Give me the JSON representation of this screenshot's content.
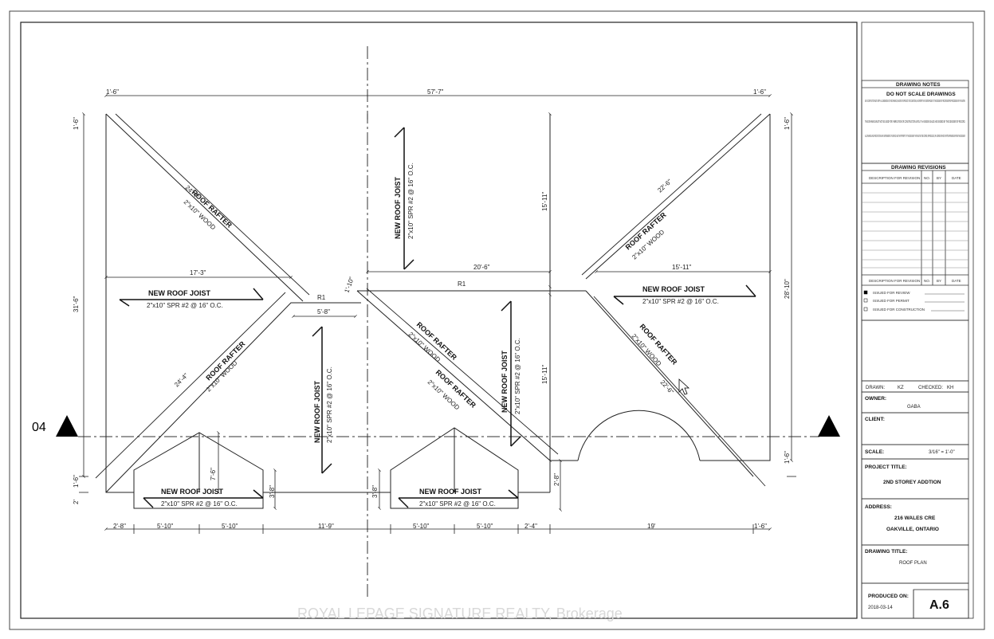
{
  "plan": {
    "section_label": "04",
    "overall_dim": "57'-7\"",
    "top_left_dim": "1'-6\"",
    "top_right_dim": "1'-6\"",
    "left_top_dim": "1'-6\"",
    "left_height_dim": "31'-6\"",
    "left_bottom_dim": "1'-6\"",
    "left_bottom2_dim": "2'",
    "right_top_dim": "1'-6\"",
    "right_height_dim": "28'-10\"",
    "right_bottom_dim": "1'-6\"",
    "ridge_left": "R1",
    "ridge_right": "R1",
    "dim_17_3": "17'-3\"",
    "dim_20_6": "20'-6\"",
    "dim_15_11_h": "15'-11\"",
    "dim_5_8": "5'-8\"",
    "dim_1_10": "1'-10\"",
    "dim_15_11_v1": "15'-11\"",
    "dim_15_11_v2": "15'-11\"",
    "dim_24_4_a": "24'-4\"",
    "dim_24_4_b": "24'-4\"",
    "dim_22_6_a": "22'-6\"",
    "dim_22_6_b": "22'-6\"",
    "dim_7_6": "7'-6\"",
    "dim_3_8_a": "3'-8\"",
    "dim_3_8_b": "3'-8\"",
    "dim_2_8": "2'-8\"",
    "bottom_dims": [
      "2'-8\"",
      "5'-10\"",
      "5'-10\"",
      "11'-9\"",
      "5'-10\"",
      "5'-10\"",
      "2'-4\"",
      "19'",
      "1'-6\""
    ],
    "joist_title": "NEW ROOF JOIST",
    "joist_spec": "2\"x10\" SPR #2 @ 16\" O.C.",
    "rafter_title": "ROOF RAFTER",
    "rafter_spec": "2\"x10\" WOOD"
  },
  "title_block": {
    "notes_heading": "DRAWING NOTES",
    "notes_subheading": "DO NOT SCALE DRAWINGS",
    "note_1": "EACH CONTRACTOR MUST VERIFY ALL DIMENSIONS ON THE DRAWINGS, INVESTIGATE PROJECT SITE CONDITIONS, AND REPORT ANY DISCREPANCIES TO THE DESIGNER OF RECORD BEFORE PROCEEDING WITH THE WORK.",
    "note_2": "THIS DRAWING MUST NOT BE USED FOR FABRICATION OR CONSTRUCTION UNTIL IT HAS BEEN SEALED AND SIGNED BY THE DESIGNER OF RECORD.",
    "note_3": "ALL DRAWINGS AND SPECIFICATIONS ARE INSTRUMENTS OF SERVICE AND THE PROPERTY OF THE DESIGNER. THEY MUST NOT BE COPIED, REPRODUCED, OR ALTERED WITHOUT WRITTEN PERMISSION FROM THE DESIGNER.",
    "revisions_heading": "DRAWING REVISIONS",
    "rev_col_desc": "DESCRIPTION FOR REVISION",
    "rev_col_no": "NO.",
    "rev_col_by": "BY",
    "rev_col_date": "DATE",
    "issue_review": "ISSUED FOR REVIEW",
    "issue_permit": "ISSUED FOR PERMIT",
    "issue_construction": "ISSUED FOR CONSTRUCTION",
    "drawn_label": "DRAWN:",
    "drawn_value": "KZ",
    "checked_label": "CHECKED:",
    "checked_value": "KH",
    "owner_label": "OWNER:",
    "owner_value": "GABA",
    "client_label": "CLIENT:",
    "scale_label": "SCALE:",
    "scale_value": "3/16\" =   1'-0\"",
    "project_label": "PROJECT TITLE:",
    "project_value": "2ND STOREY ADDTION",
    "address_label": "ADDRESS:",
    "address_line1": "216 WALES CRE",
    "address_line2": "OAKVILLE, ONTARIO",
    "drawing_title_label": "DRAWING TITLE:",
    "drawing_title_value": "ROOF PLAN",
    "produced_label": "PRODUCED ON:",
    "produced_value": "2018-03-14",
    "sheet_number": "A.6"
  },
  "watermark": "ROYAL LEPAGE SIGNATURE REALTY, Brokerage"
}
